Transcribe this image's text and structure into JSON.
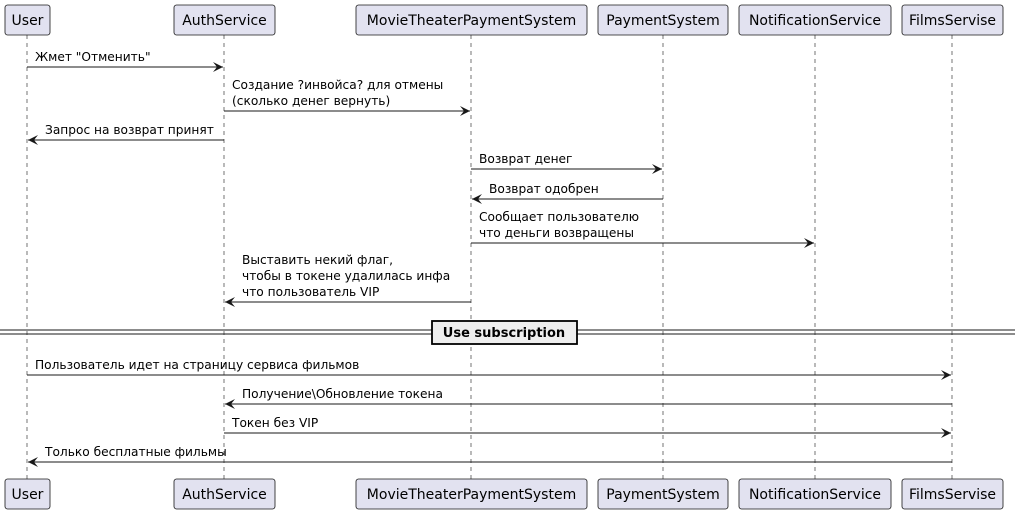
{
  "participants": [
    {
      "id": "user",
      "label": "User"
    },
    {
      "id": "auth",
      "label": "AuthService"
    },
    {
      "id": "mtps",
      "label": "MovieTheaterPaymentSystem"
    },
    {
      "id": "pay",
      "label": "PaymentSystem"
    },
    {
      "id": "notif",
      "label": "NotificationService"
    },
    {
      "id": "films",
      "label": "FilmsServise"
    }
  ],
  "messages": [
    {
      "from": "user",
      "to": "auth",
      "lines": [
        "Жмет \"Отменить\""
      ]
    },
    {
      "from": "auth",
      "to": "mtps",
      "lines": [
        "Создание ?инвойса? для отмены",
        "(сколько денег вернуть)"
      ]
    },
    {
      "from": "auth",
      "to": "user",
      "lines": [
        "Запрос на возврат принят"
      ]
    },
    {
      "from": "mtps",
      "to": "pay",
      "lines": [
        "Возврат денег"
      ]
    },
    {
      "from": "pay",
      "to": "mtps",
      "lines": [
        "Возврат одобрен"
      ]
    },
    {
      "from": "mtps",
      "to": "notif",
      "lines": [
        "Сообщает пользователю",
        " что деньги возвращены"
      ]
    },
    {
      "from": "mtps",
      "to": "auth",
      "lines": [
        "Выставить некий флаг,",
        " чтобы в токене удалилась инфа",
        " что пользователь VIP"
      ]
    },
    {
      "from": "user",
      "to": "films",
      "lines": [
        "Пользователь идет на страницу сервиса фильмов"
      ]
    },
    {
      "from": "films",
      "to": "auth",
      "lines": [
        "Получение\\Обновление токена"
      ]
    },
    {
      "from": "auth",
      "to": "films",
      "lines": [
        "Токен без VIP"
      ]
    },
    {
      "from": "films",
      "to": "user",
      "lines": [
        "Только бесплатные фильмы"
      ]
    }
  ],
  "divider": {
    "label": "Use subscription"
  }
}
